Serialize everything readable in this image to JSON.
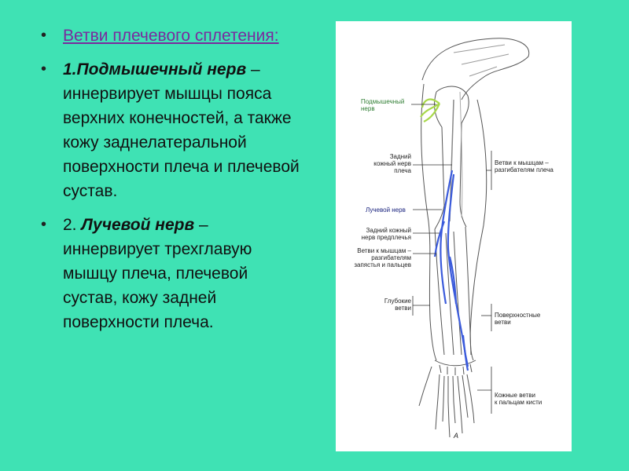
{
  "bullets": {
    "b1": "Ветви плечевого сплетения:",
    "b2_lead": "1.Подмышечный нерв",
    "b2_rest": " – иннервирует мышцы пояса верхних конечностей, а также кожу заднелатеральной поверхности плеча и плечевой сустав.",
    "b3_num": "2. ",
    "b3_lead": "Лучевой нерв",
    "b3_rest": " – иннервирует трехглавую мышцу плеча, плечевой сустав, кожу задней поверхности плеча."
  },
  "figure": {
    "labels": {
      "axillary_l1": "Подмышечный",
      "axillary_l2": "нерв",
      "post_cut_arm_l1": "Задний",
      "post_cut_arm_l2": "кожный нерв",
      "post_cut_arm_l3": "плеча",
      "radial": "Лучевой нерв",
      "post_cut_forearm_l1": "Задний кожный",
      "post_cut_forearm_l2": "нерв предплечья",
      "ext_wrist_l1": "Ветви к мышцам –",
      "ext_wrist_l2": "разгибателям",
      "ext_wrist_l3": "запястья и пальцев",
      "deep_l1": "Глубокие",
      "deep_l2": "ветви",
      "ext_arm_l1": "Ветви к мышцам –",
      "ext_arm_l2": "разгибателям плеча",
      "superficial_l1": "Поверхностные",
      "superficial_l2": "ветви",
      "digital_l1": "Кожные ветви",
      "digital_l2": "к пальцам кисти",
      "caption": "А"
    },
    "colors": {
      "axillary": "#a8d84a",
      "radial": "#3b5bdb",
      "bone": "#444444"
    }
  }
}
